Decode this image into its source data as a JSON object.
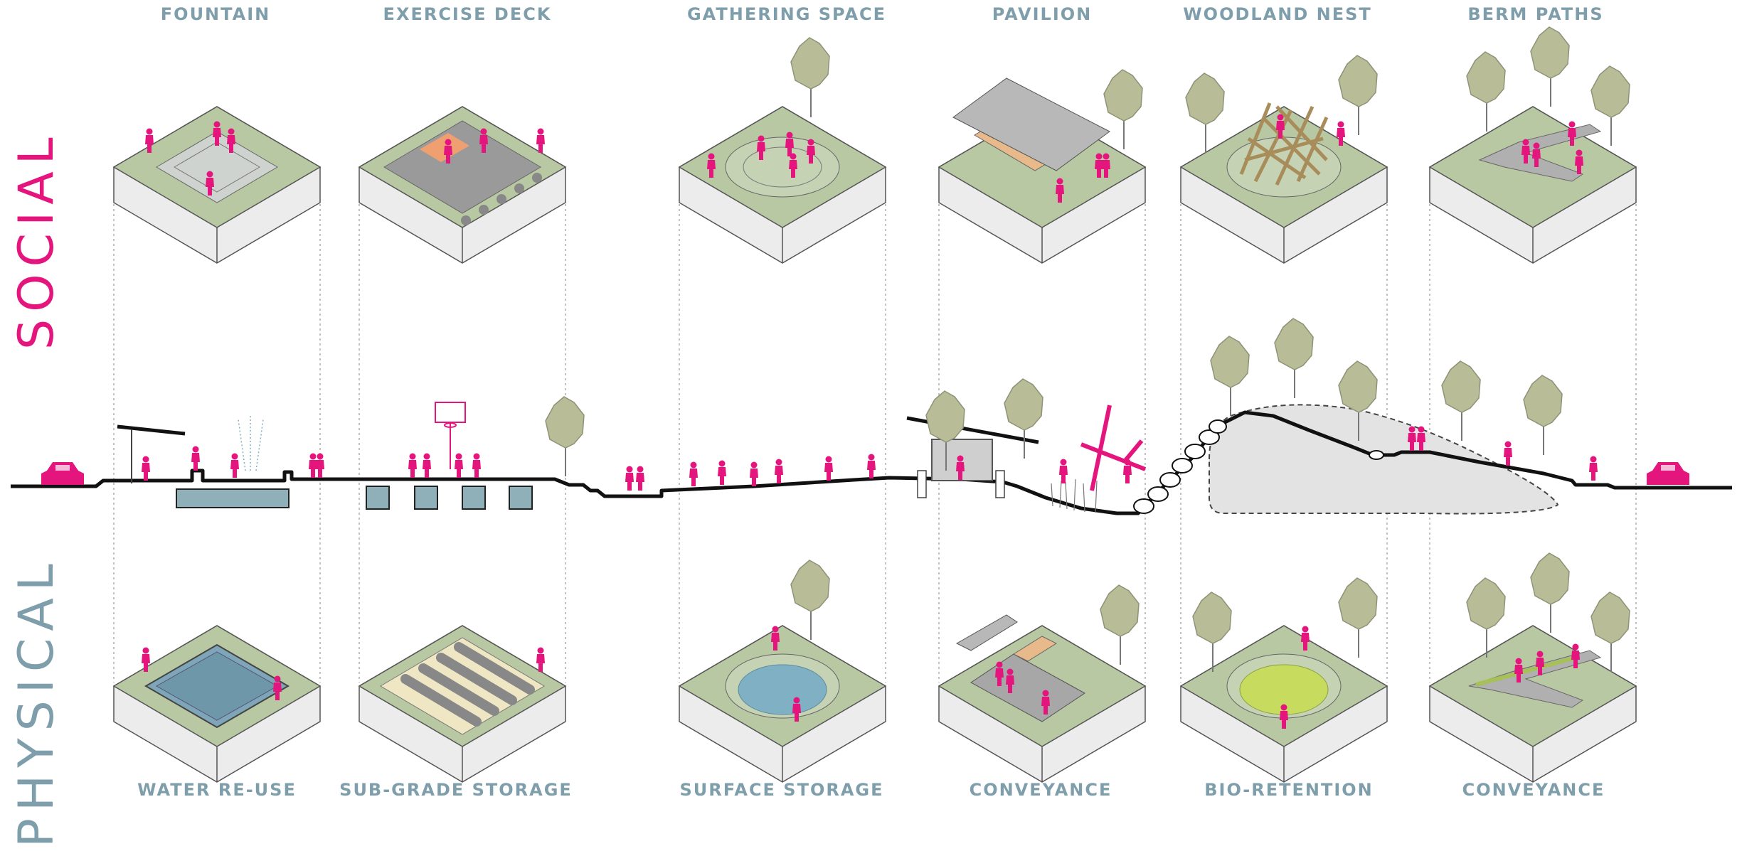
{
  "side_titles": {
    "social": "SOCIAL",
    "physical": "PHYSICAL"
  },
  "social_labels": [
    "FOUNTAIN",
    "EXERCISE DECK",
    "GATHERING SPACE",
    "PAVILION",
    "WOODLAND NEST",
    "BERM PATHS"
  ],
  "physical_labels": [
    "WATER RE-USE",
    "SUB-GRADE STORAGE",
    "SURFACE STORAGE",
    "CONVEYANCE",
    "BIO-RETENTION",
    "CONVEYANCE"
  ],
  "colors": {
    "social_accent": "#e5157e",
    "physical_accent": "#7d9eaa",
    "grass": "#b8c8a2",
    "block_side": "#ececec",
    "tree": "#b8bd98",
    "water": "#7fb0c4",
    "storage": "#8fb0b8",
    "berm_fill": "#e3e3e3"
  }
}
